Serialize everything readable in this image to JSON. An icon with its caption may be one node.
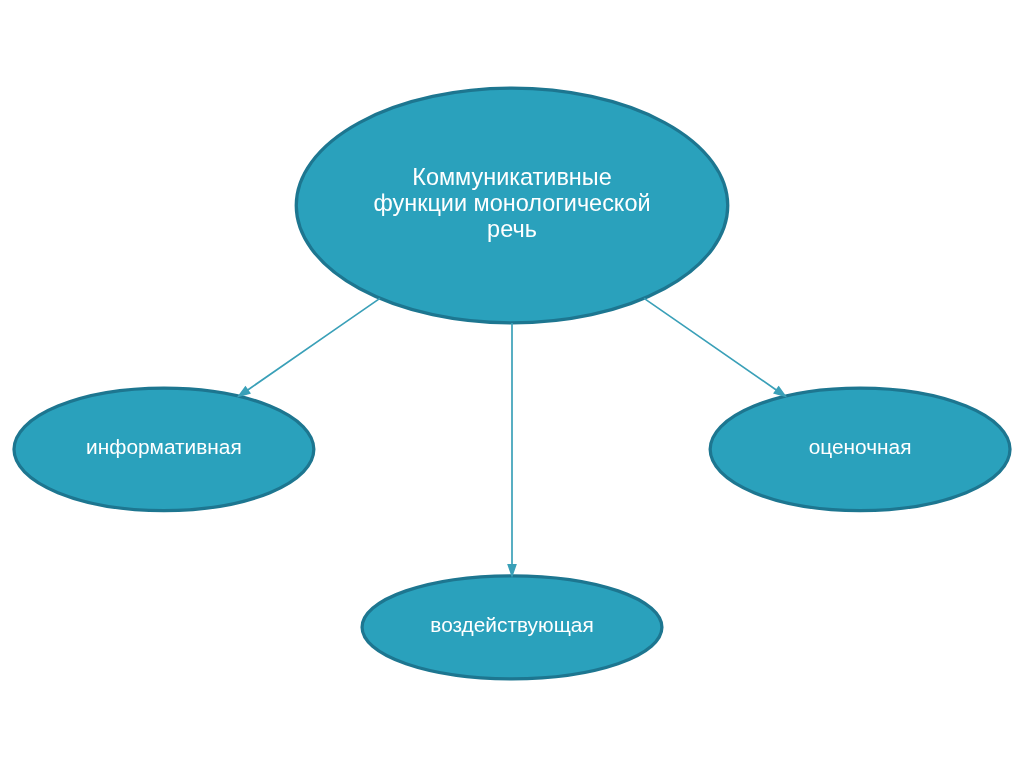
{
  "diagram": {
    "nodes": [
      {
        "text": [
          "Коммуникативные функции монологической речь"
        ]
      },
      {
        "text": [
          "информативная"
        ]
      },
      {
        "text": [
          "оценочная"
        ]
      },
      {
        "text": [
          "воздействующая"
        ]
      }
    ],
    "edges": [
      {
        "from": 0,
        "to": 1,
        "arrow": "to"
      },
      {
        "from": 0,
        "to": 3,
        "arrow": "to"
      },
      {
        "from": 0,
        "to": 2,
        "arrow": "to"
      }
    ]
  }
}
